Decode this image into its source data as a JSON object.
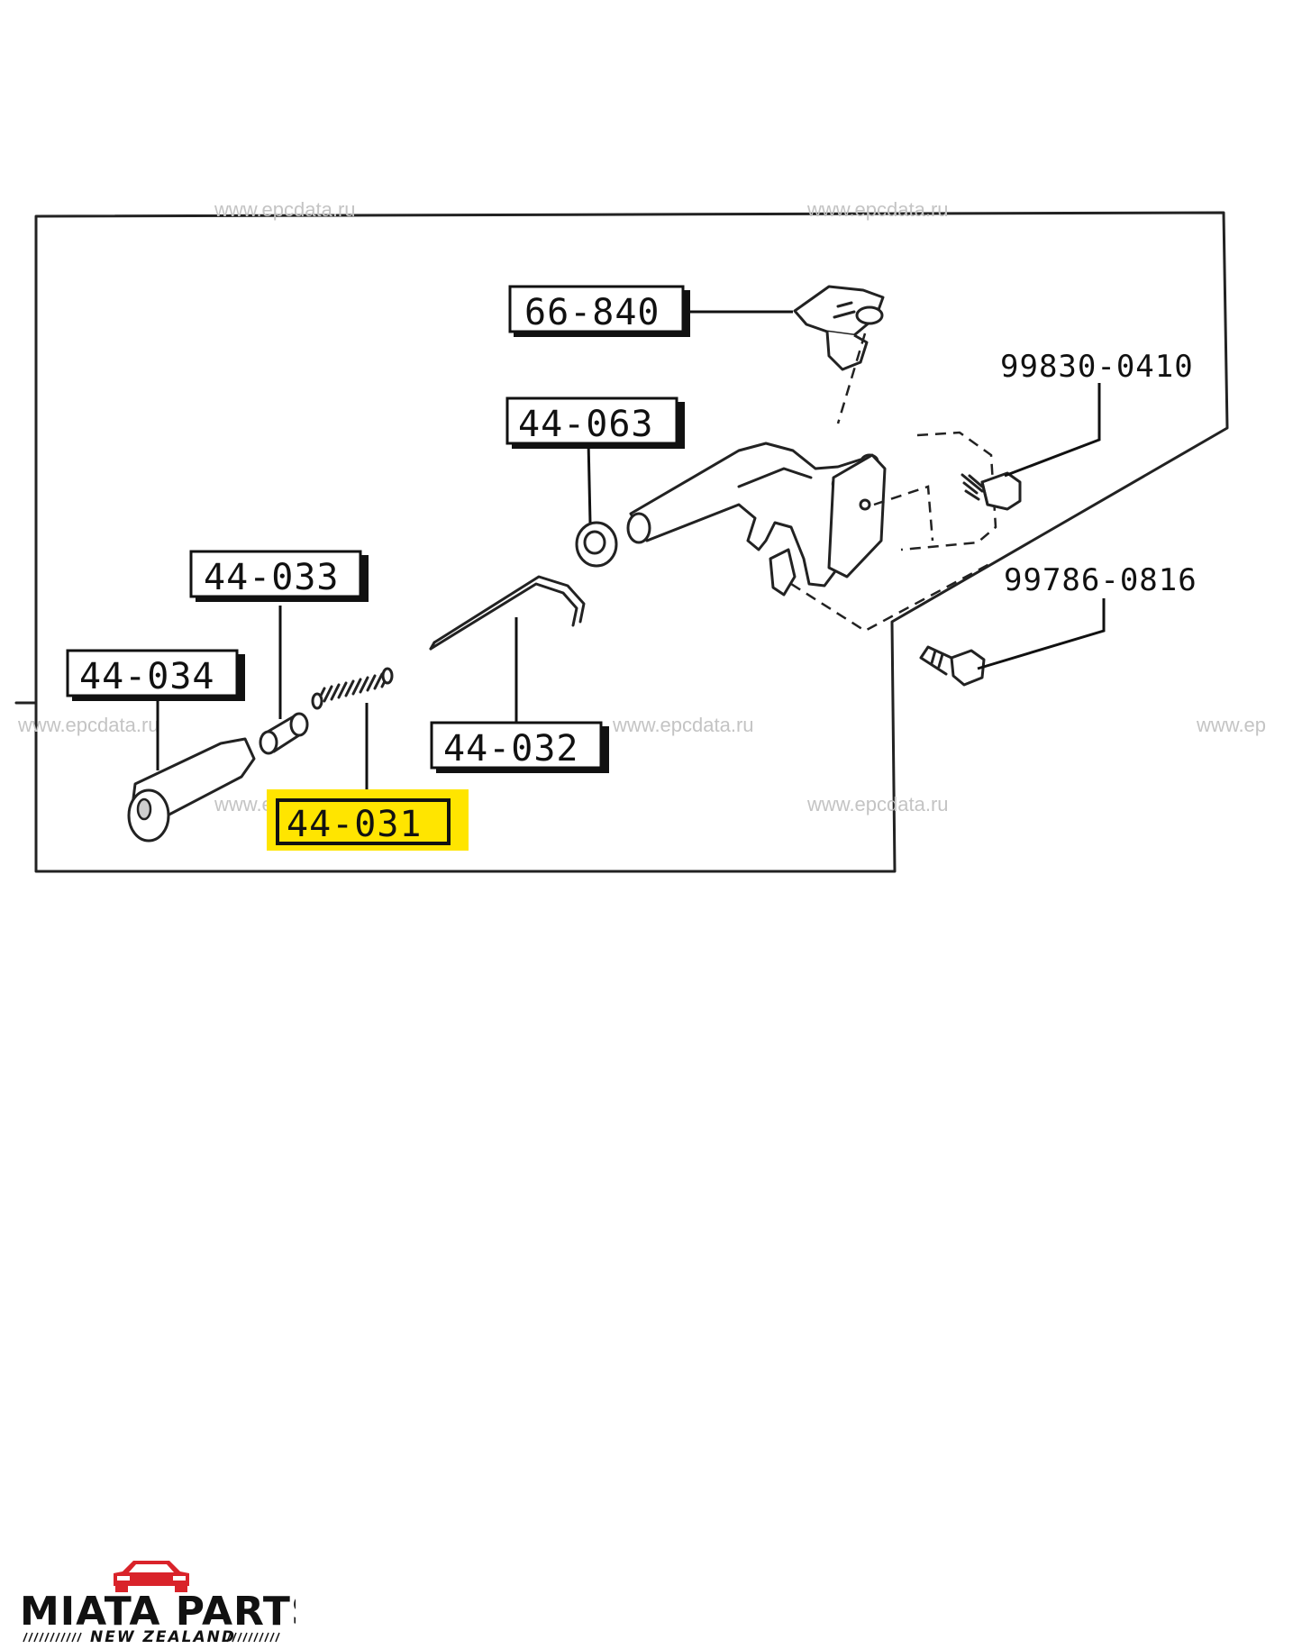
{
  "watermark": "www.epcdata.ru",
  "watermark_partial": "www.ep",
  "labels": {
    "p66_840": "66-840",
    "p44_063": "44-063",
    "p44_033": "44-033",
    "p44_034": "44-034",
    "p44_032": "44-032",
    "p44_031": "44-031",
    "p99830_0410": "99830-0410",
    "p99786_0816": "99786-0816"
  },
  "highlight": {
    "part": "44-031",
    "color": "#FFE500"
  },
  "logo": {
    "title": "MIATA PARTS",
    "subtitle": "NEW ZEALAND",
    "accent_color": "#D9232A"
  }
}
